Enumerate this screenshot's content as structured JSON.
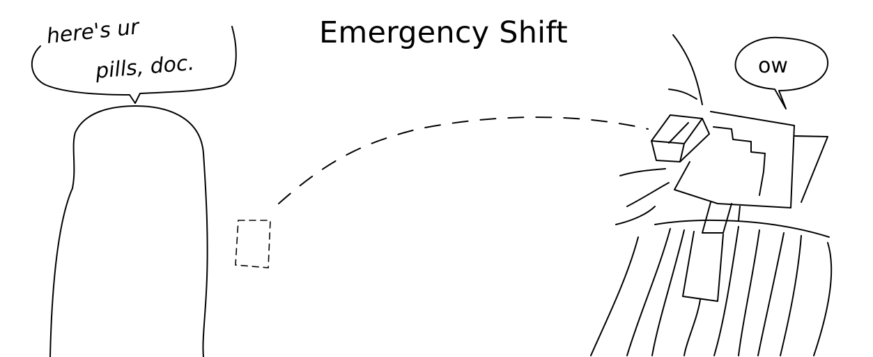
{
  "title": "Emergency Shift",
  "left_bubble": {
    "line1": "here's ur",
    "line2": "pills, doc."
  },
  "right_bubble": {
    "text": "ow"
  }
}
